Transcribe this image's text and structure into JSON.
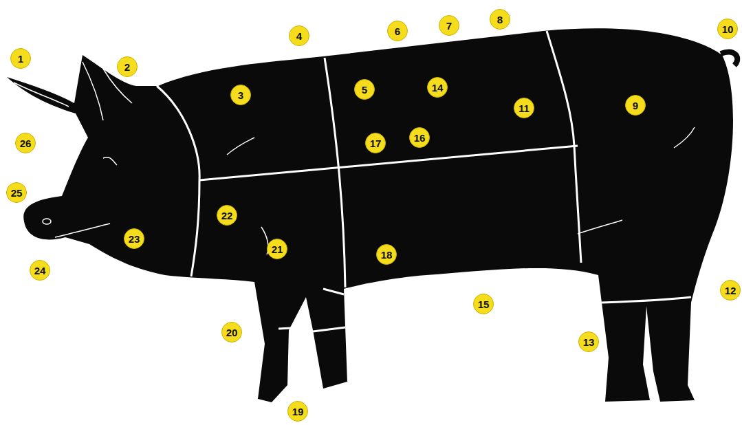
{
  "diagram": {
    "labels": [
      "1",
      "2",
      "3",
      "4",
      "5",
      "6",
      "7",
      "8",
      "9",
      "10",
      "11",
      "12",
      "13",
      "14",
      "15",
      "16",
      "17",
      "18",
      "19",
      "20",
      "21",
      "22",
      "23",
      "24",
      "25",
      "26"
    ]
  }
}
